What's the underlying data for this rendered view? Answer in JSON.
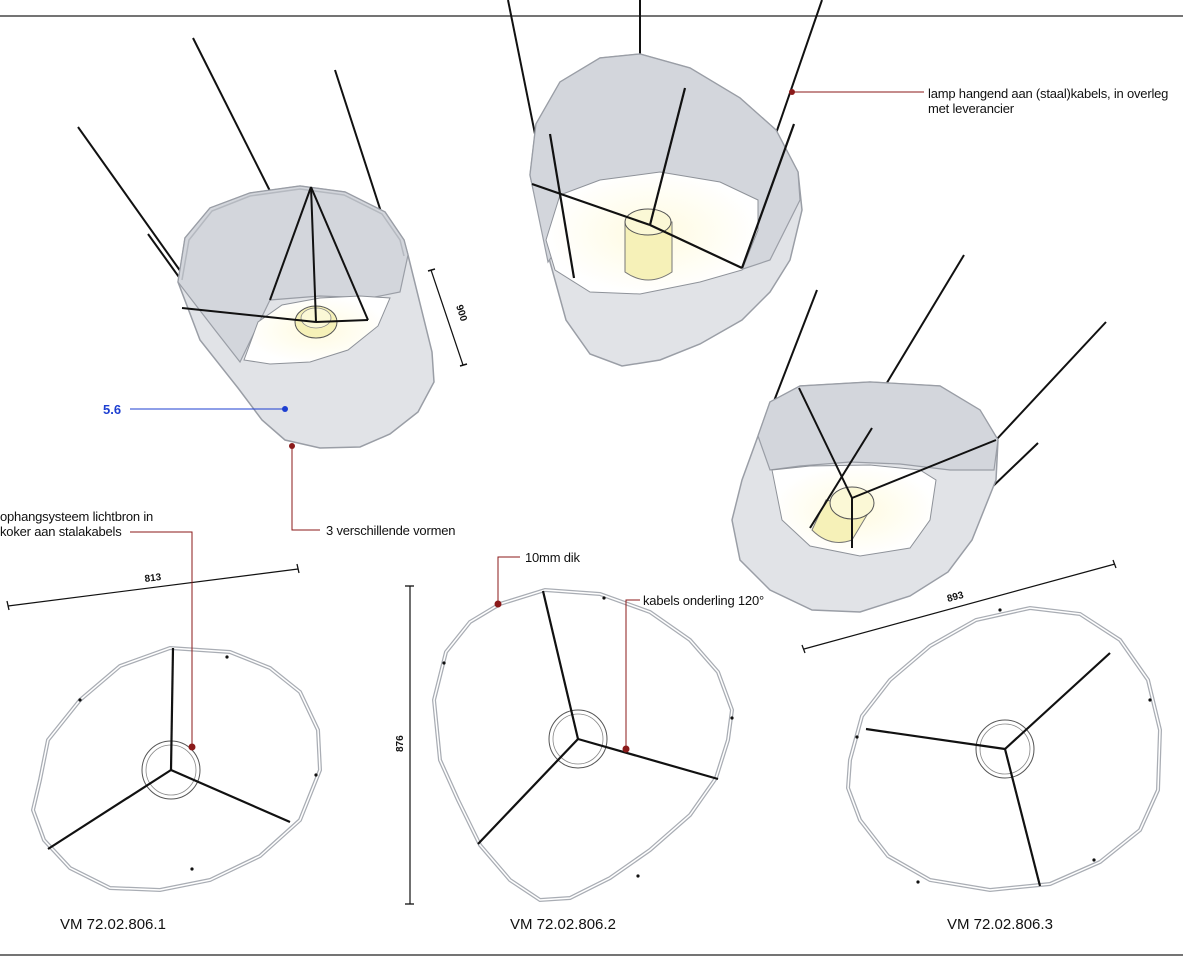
{
  "annotations": {
    "cables": "lamp hangend aan (staal)kabels, in overleg met leverancier",
    "cables_line1": "lamp hangend aan (staal)kabels, in overleg",
    "cables_line2": "met leverancier",
    "shapes": "3 verschillende vormen",
    "suspension_line1": "ophangsysteem lichtbron in",
    "suspension_line2": "koker aan stalakabels",
    "thickness": "10mm dik",
    "cable_angle": "kabels onderling 120°",
    "reference": "5.6"
  },
  "dimensions": {
    "height_perspective": "900",
    "width_1": "813",
    "height_2": "876",
    "width_3": "893"
  },
  "models": [
    {
      "code": "VM 72.02.806.1"
    },
    {
      "code": "VM 72.02.806.2"
    },
    {
      "code": "VM 72.02.806.3"
    }
  ],
  "colors": {
    "shade_fill": "#dfe1e5",
    "shade_inner": "#c7cad0",
    "leader_red": "#8b1a1a",
    "reference_blue": "#1d3fd1",
    "bulb": "#f6f1b8"
  }
}
